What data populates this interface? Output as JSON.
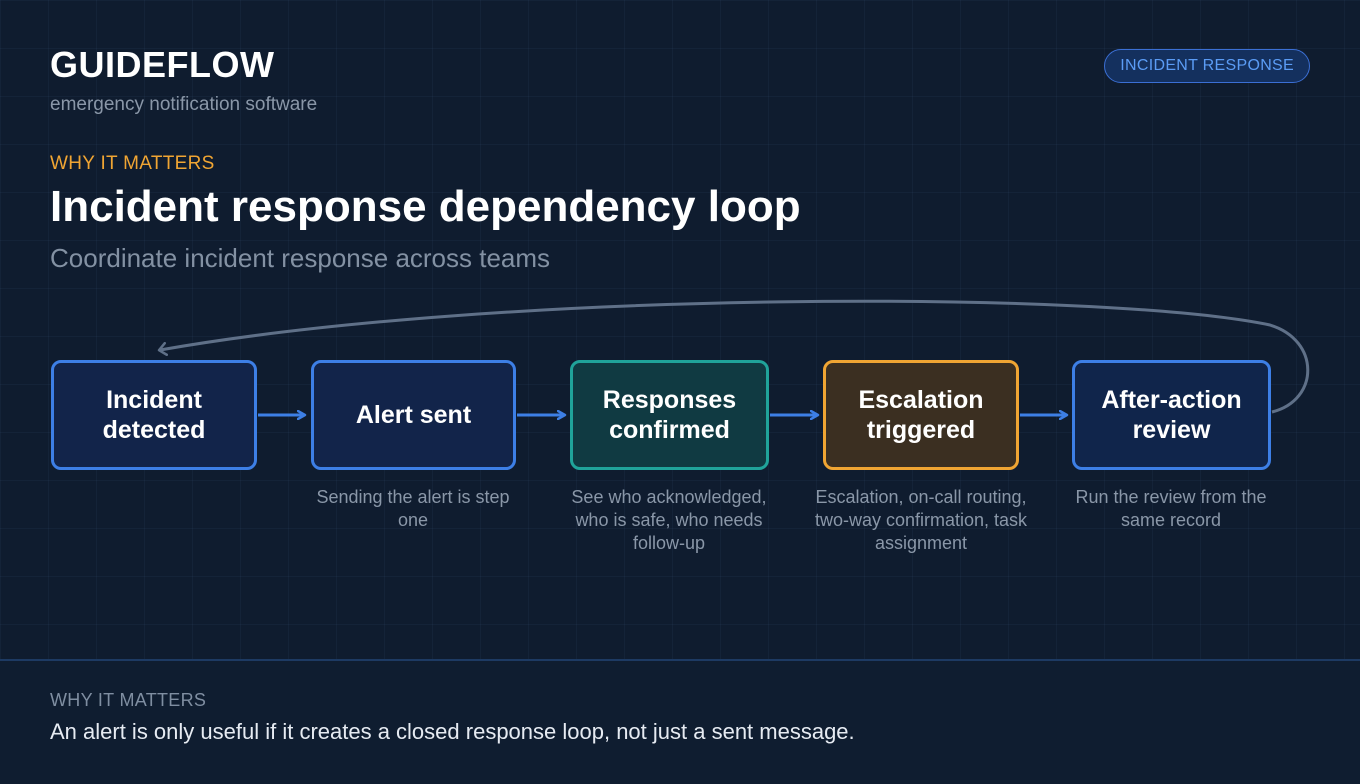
{
  "header": {
    "brand": "GUIDEFLOW",
    "brand_sub": "emergency notification software",
    "tag": "INCIDENT RESPONSE"
  },
  "intro": {
    "eyebrow": "WHY IT MATTERS",
    "title": "Incident response dependency loop",
    "subtitle": "Coordinate incident response across teams"
  },
  "flow": {
    "steps": [
      {
        "label": "Incident detected",
        "note": ""
      },
      {
        "label": "Alert sent",
        "note": "Sending the alert is step one"
      },
      {
        "label": "Responses confirmed",
        "note": "See who acknowledged, who is safe, who needs follow-up"
      },
      {
        "label": "Escalation triggered",
        "note": "Escalation, on-call routing, two-way confirmation, task assignment"
      },
      {
        "label": "After-action review",
        "note": "Run the review from the same record"
      }
    ]
  },
  "footer": {
    "label": "WHY IT MATTERS",
    "text": "An alert is only useful if it creates a closed response loop, not just a sent message."
  },
  "colors": {
    "accent_blue": "#3d7fe6",
    "accent_teal": "#20a39a",
    "accent_amber": "#f0a533",
    "loop_line": "#5f7088"
  }
}
